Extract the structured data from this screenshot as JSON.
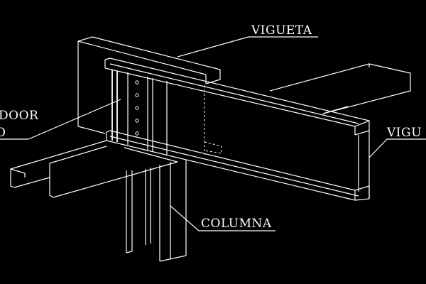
{
  "labels": {
    "vigueta": "VIGUETA",
    "viga": "VIGU",
    "conector_line1": "DOOR",
    "conector_line2": "O",
    "columna": "COLUMNA"
  },
  "colors": {
    "background": "#000000",
    "linework": "#ffffff"
  }
}
